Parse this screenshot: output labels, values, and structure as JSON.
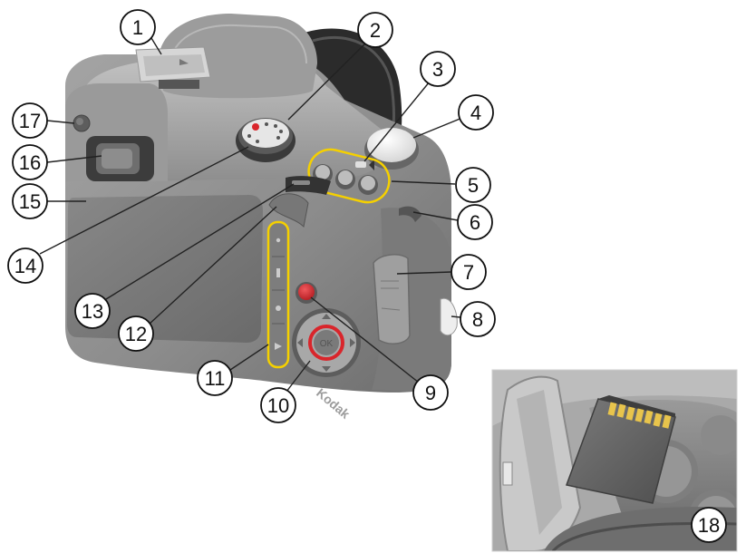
{
  "callouts": [
    {
      "id": "1",
      "label": "1"
    },
    {
      "id": "2",
      "label": "2"
    },
    {
      "id": "3",
      "label": "3"
    },
    {
      "id": "4",
      "label": "4"
    },
    {
      "id": "5",
      "label": "5"
    },
    {
      "id": "6",
      "label": "6"
    },
    {
      "id": "7",
      "label": "7"
    },
    {
      "id": "8",
      "label": "8"
    },
    {
      "id": "9",
      "label": "9"
    },
    {
      "id": "10",
      "label": "10"
    },
    {
      "id": "11",
      "label": "11"
    },
    {
      "id": "12",
      "label": "12"
    },
    {
      "id": "13",
      "label": "13"
    },
    {
      "id": "14",
      "label": "14"
    },
    {
      "id": "15",
      "label": "15"
    },
    {
      "id": "16",
      "label": "16"
    },
    {
      "id": "17",
      "label": "17"
    },
    {
      "id": "18",
      "label": "18"
    }
  ],
  "camera": {
    "brand": "Kodak",
    "ok_label": "OK"
  },
  "colors": {
    "body_gray": "#8f8f8f",
    "body_dark": "#6f6f6f",
    "record_red": "#d9252b"
  },
  "icons": {
    "hot_shoe": "hot-shoe-icon",
    "mode_dial": "mode-dial-icon",
    "shutter": "shutter-button-icon",
    "sd_card": "sd-card-icon"
  }
}
